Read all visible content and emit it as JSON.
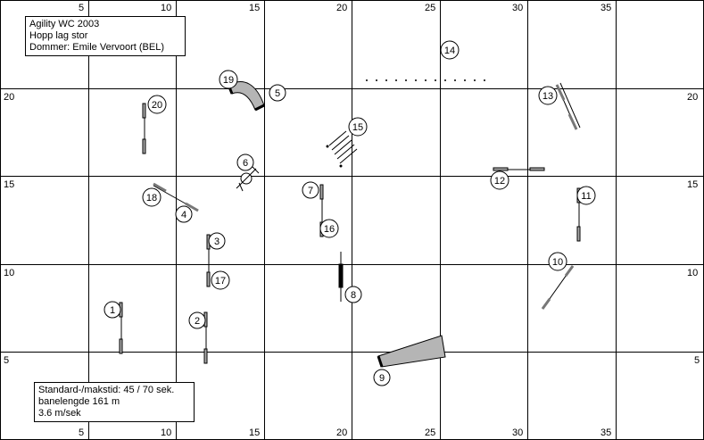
{
  "title_box": {
    "event": "Agility WC 2003",
    "class": "Hopp lag stor",
    "judge": "Dommer: Emile Vervoort (BEL)"
  },
  "info_box": {
    "sct": "Standard-/makstid: 45 / 70 sek.",
    "length": "banelengde 161 m",
    "speed": "3.6 m/sek"
  },
  "axis": {
    "top_ticks": [
      "5",
      "10",
      "15",
      "20",
      "25",
      "30",
      "35"
    ],
    "bottom_ticks": [
      "5",
      "10",
      "15",
      "20",
      "25",
      "30",
      "35"
    ],
    "left_ticks": [
      "20",
      "15",
      "10",
      "5"
    ],
    "right_ticks": [
      "20",
      "15",
      "10",
      "5"
    ]
  },
  "obstacle_numbers": [
    "1",
    "2",
    "3",
    "4",
    "5",
    "6",
    "7",
    "8",
    "9",
    "10",
    "11",
    "12",
    "13",
    "14",
    "15",
    "16",
    "17",
    "18",
    "19",
    "20"
  ]
}
